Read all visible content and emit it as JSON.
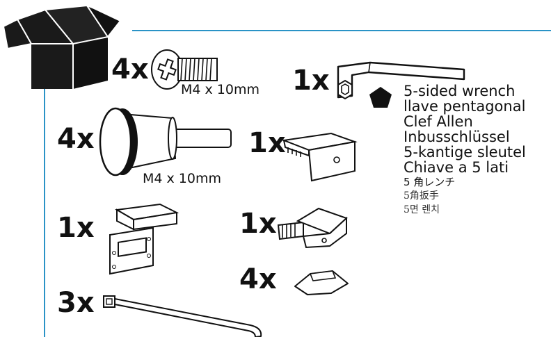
{
  "colors": {
    "accent_rule": "#2a93c6",
    "ink": "#111111"
  },
  "quantities": {
    "screws": "4x",
    "wrench": "1x",
    "thumbscrews": "4x",
    "end_clip": "1x",
    "bracket": "1x",
    "hinge_clip": "1x",
    "feet": "4x",
    "cable_tie": "3x"
  },
  "dimensions": {
    "screw": "M4 x 10mm",
    "thumbscrew": "M4 x 10mm"
  },
  "wrench_names": [
    "5-sided wrench",
    "llave pentagonal",
    "Clef Allen",
    "Inbusschlüssel",
    "5-kantige sleutel",
    "Chiave a 5 lati",
    "5 角レンチ",
    "5角扳手",
    "5면 렌치"
  ],
  "icons": [
    "box-icon",
    "screw-icon",
    "allen-wrench-icon",
    "pentagon-icon",
    "thumbscrew-icon",
    "end-clip-icon",
    "bracket-icon",
    "hinge-clip-icon",
    "rubber-foot-icon",
    "cable-tie-icon"
  ]
}
